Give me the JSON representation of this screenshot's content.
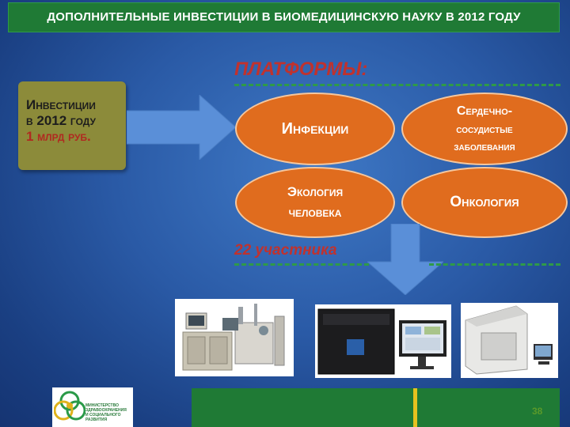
{
  "header": {
    "title": "ДОПОЛНИТЕЛЬНЫЕ ИНВЕСТИЦИИ В БИОМЕДИЦИНСКУЮ НАУКУ В 2012 ГОДУ"
  },
  "platforms": {
    "title": "ПЛАТФОРМЫ:"
  },
  "investment": {
    "line1": "Инвестиции",
    "line2": "в 2012 году",
    "line3": "1 млрд руб."
  },
  "ovals": {
    "infections": "Инфекции",
    "cardio": [
      "Сердечно-",
      "сосудистые",
      "заболевания"
    ],
    "ecology": [
      "Экология",
      "человека"
    ],
    "oncology": "Онкология"
  },
  "participants": "22 участника",
  "footer": {
    "logo_text": [
      "МИНИСТЕРСТВО",
      "ЗДРАВООХРАНЕНИЯ",
      "И СОЦИАЛЬНОГО РАЗВИТИЯ"
    ],
    "page_number": "38"
  },
  "colors": {
    "header_green": "#1f7a35",
    "accent_red": "#c0322e",
    "oval_orange": "#e06c1e",
    "arrow_blue": "#5a8fd8",
    "investment_box": "#8c8b3a"
  }
}
